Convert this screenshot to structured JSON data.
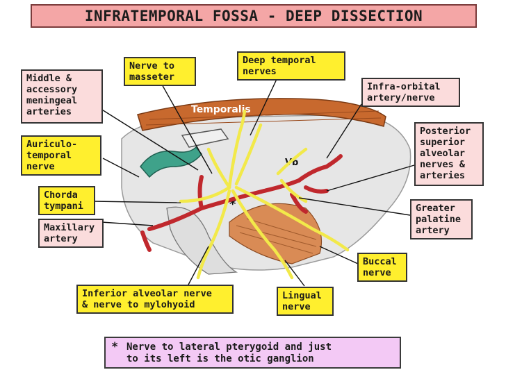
{
  "title": "INFRATEMPORAL FOSSA - DEEP DISSECTION",
  "illustration": {
    "temporalis_label": "Temporalis",
    "vb_label": "Vb",
    "asterisk": "*"
  },
  "labels": {
    "middle_accessory_meningeal": "Middle &\naccessory\nmeningeal\narteries",
    "nerve_to_masseter": "Nerve to\nmasseter",
    "deep_temporal_nerves": "Deep temporal\nnerves",
    "infra_orbital": "Infra-orbital\nartery/nerve",
    "auriculo_temporal": "Auriculo-\ntemporal\nnerve",
    "posterior_superior_alveolar": "Posterior\nsuperior\nalveolar\nnerves &\narteries",
    "chorda_tympani": "Chorda\ntympani",
    "maxillary_artery": "Maxillary\nartery",
    "greater_palatine": "Greater\npalatine\nartery",
    "buccal_nerve": "Buccal\nnerve",
    "inferior_alveolar": "Inferior alveolar nerve\n& nerve to mylohyoid",
    "lingual_nerve": "Lingual\nnerve"
  },
  "note": {
    "star": "*",
    "text": "Nerve to lateral pterygoid and just\nto its left is the otic ganglion"
  },
  "colors": {
    "title_bg": "#f4a6a6",
    "nerve_label_bg": "#ffef2e",
    "artery_label_bg": "#fbdcdc",
    "note_bg": "#f3c9f5",
    "nerve": "#f2e94a",
    "artery": "#c0282d",
    "muscle": "#c8692e"
  }
}
